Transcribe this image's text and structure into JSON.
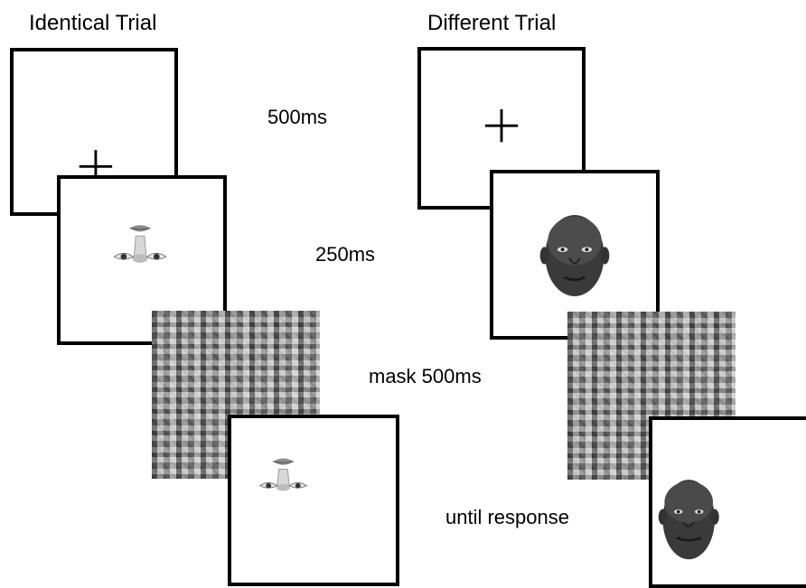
{
  "columns": {
    "identical_title": "Identical Trial",
    "different_title": "Different Trial"
  },
  "timings": {
    "fixation": "500ms",
    "stimulus": "250ms",
    "mask": "mask 500ms",
    "response": "until response"
  },
  "colors": {
    "frame": "#000000",
    "background": "#ffffff",
    "mask": "#9a9a9a"
  },
  "icons": {
    "fixation": "fixation-cross-icon",
    "scrambled_face": "scrambled-face-features-icon",
    "face_photo": "face-photo-icon",
    "mask": "scrambled-face-mask"
  }
}
